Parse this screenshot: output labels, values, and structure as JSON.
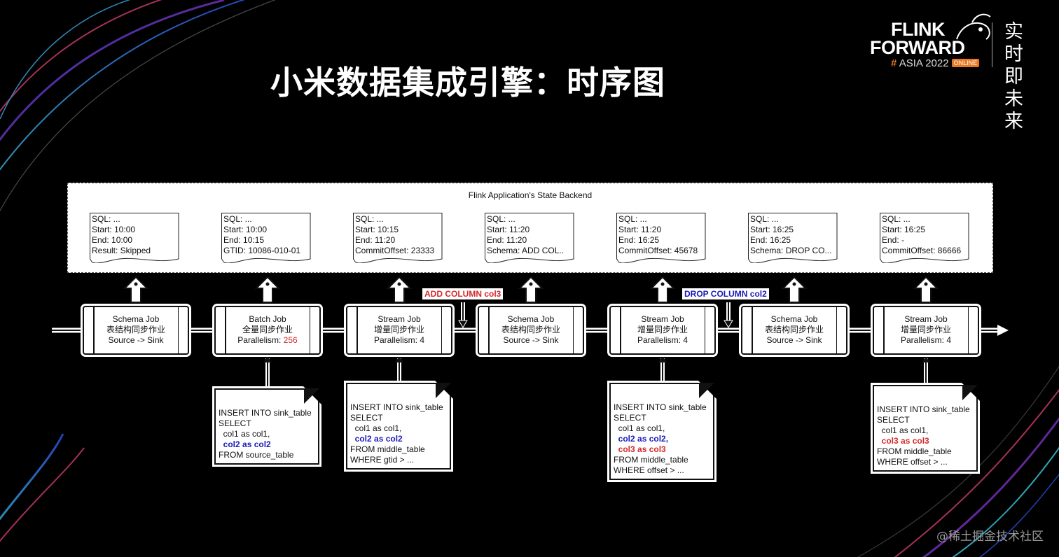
{
  "slide": {
    "title": "小米数据集成引擎：时序图",
    "logo": {
      "line1": "FLINK",
      "line2": "FORWARD",
      "hash": "#",
      "edition": "ASIA 2022",
      "online": "ONLINE",
      "slogan": "实时即未来"
    },
    "watermark": "@稀土掘金技术社区"
  },
  "diagram": {
    "backend_title": "Flink Application's State Backend",
    "notes": [
      {
        "lines": [
          "SQL: ...",
          "Start: 10:00",
          "End: 10:00",
          "Result: Skipped"
        ]
      },
      {
        "lines": [
          "SQL: ...",
          "Start: 10:00",
          "End: 10:15",
          "GTID: 10086-010-01"
        ]
      },
      {
        "lines": [
          "SQL: ...",
          "Start: 10:15",
          "End: 11:20",
          "CommitOffset: 23333"
        ]
      },
      {
        "lines": [
          "SQL: ...",
          "Start: 11:20",
          "End: 11:20",
          "Schema: ADD COL.."
        ]
      },
      {
        "lines": [
          "SQL: ...",
          "Start: 11:20",
          "End: 16:25",
          "CommitOffset: 45678"
        ]
      },
      {
        "lines": [
          "SQL: ...",
          "Start: 16:25",
          "End: 16:25",
          "Schema: DROP CO..."
        ]
      },
      {
        "lines": [
          "SQL: ...",
          "Start: 16:25",
          "End: -",
          "CommitOffset: 86666"
        ]
      }
    ],
    "jobs": [
      {
        "name": "Schema Job",
        "desc": "表结构同步作业",
        "detail": "Source -> Sink"
      },
      {
        "name": "Batch Job",
        "desc": "全量同步作业",
        "detail_prefix": "Parallelism: ",
        "detail_value": "256"
      },
      {
        "name": "Stream Job",
        "desc": "增量同步作业",
        "detail": "Parallelism: 4"
      },
      {
        "name": "Schema Job",
        "desc": "表结构同步作业",
        "detail": "Source -> Sink"
      },
      {
        "name": "Stream Job",
        "desc": "增量同步作业",
        "detail": "Parallelism: 4"
      },
      {
        "name": "Schema Job",
        "desc": "表结构同步作业",
        "detail": "Source -> Sink"
      },
      {
        "name": "Stream Job",
        "desc": "增量同步作业",
        "detail": "Parallelism: 4"
      }
    ],
    "schema_changes": [
      {
        "label": "ADD COLUMN col3",
        "color": "#d42a2a"
      },
      {
        "label": "DROP COLUMN col2",
        "color": "#1a1ab8"
      }
    ],
    "sql_notes": [
      {
        "lines": [
          {
            "text": "INSERT INTO sink_table"
          },
          {
            "text": "SELECT"
          },
          {
            "text": "  col1 as col1,"
          },
          {
            "text": "  col2 as col2",
            "style": "blue"
          },
          {
            "text": "FROM source_table"
          }
        ]
      },
      {
        "lines": [
          {
            "text": "INSERT INTO sink_table"
          },
          {
            "text": "SELECT"
          },
          {
            "text": "  col1 as col1,"
          },
          {
            "text": "  col2 as col2",
            "style": "blue"
          },
          {
            "text": "FROM middle_table"
          },
          {
            "text": "WHERE gtid > ..."
          }
        ]
      },
      {
        "lines": [
          {
            "text": "INSERT INTO sink_table"
          },
          {
            "text": "SELECT"
          },
          {
            "text": "  col1 as col1,"
          },
          {
            "text": "  col2 as col2,",
            "style": "blue"
          },
          {
            "text": "  col3 as col3",
            "style": "red"
          },
          {
            "text": "FROM middle_table"
          },
          {
            "text": "WHERE offset > ..."
          }
        ]
      },
      {
        "lines": [
          {
            "text": "INSERT INTO sink_table"
          },
          {
            "text": "SELECT"
          },
          {
            "text": "  col1 as col1,"
          },
          {
            "text": "  col3 as col3",
            "style": "red"
          },
          {
            "text": "FROM middle_table"
          },
          {
            "text": "WHERE offset > ..."
          }
        ]
      }
    ]
  }
}
